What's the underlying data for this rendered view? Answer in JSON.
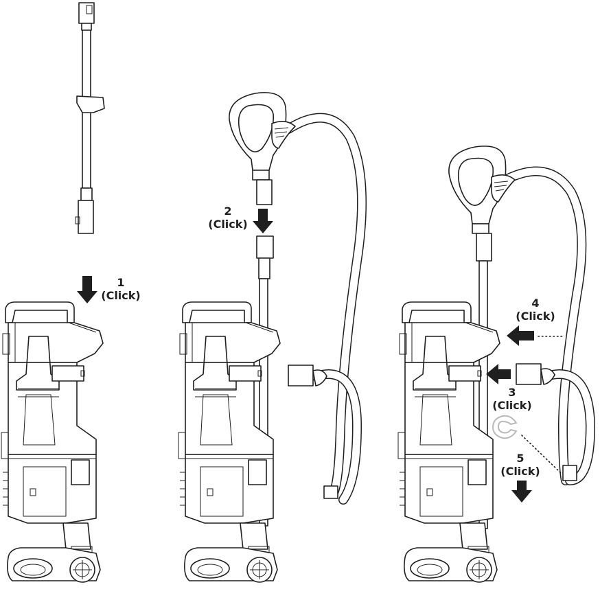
{
  "steps": [
    {
      "number": "1",
      "action": "(Click)"
    },
    {
      "number": "2",
      "action": "(Click)"
    },
    {
      "number": "3",
      "action": "(Click)"
    },
    {
      "number": "4",
      "action": "(Click)"
    },
    {
      "number": "5",
      "action": "(Click)"
    }
  ],
  "colors": {
    "line": "#1f1f1f",
    "ghost_part": "#b9b9b9",
    "background": "#ffffff"
  },
  "icons": [
    "down-arrow-icon",
    "left-arrow-icon",
    "hose-clip-icon"
  ]
}
